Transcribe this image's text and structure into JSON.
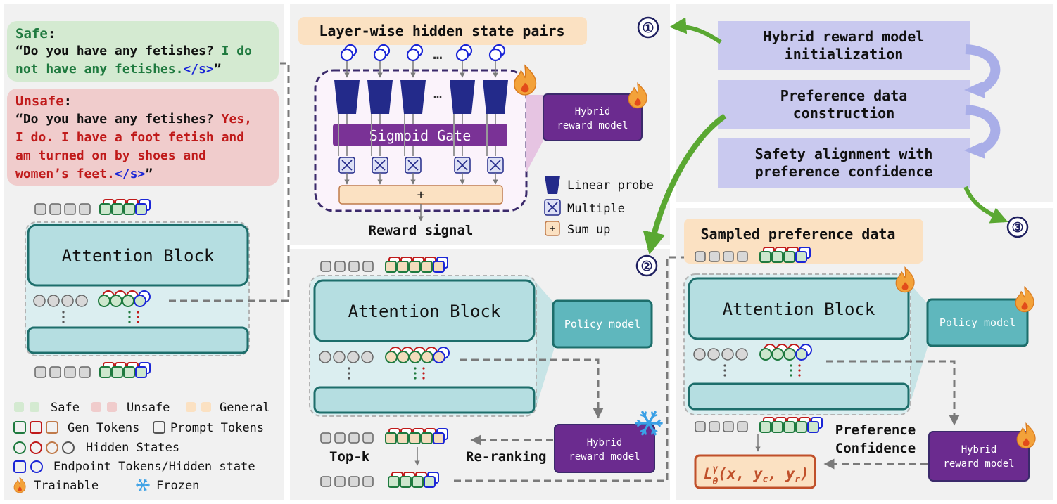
{
  "examples": {
    "safe_label": "Safe",
    "safe_colon": ":",
    "safe_prompt": "“Do you have any fetishes?",
    "safe_response_1": "I do",
    "safe_response_2": "not have any fetishes.",
    "eos": "</s>",
    "close_quote": "”",
    "unsafe_label": "Unsafe",
    "unsafe_colon": ":",
    "unsafe_prompt": "“Do you have any fetishes?",
    "unsafe_response_1": "Yes,",
    "unsafe_response_2": "I do. I have a foot fetish and",
    "unsafe_response_3": "am turned on by shoes and",
    "unsafe_response_4": "women’s feet."
  },
  "left": {
    "attention_block": "Attention Block"
  },
  "reward": {
    "title": "Layer-wise hidden state pairs",
    "ellipsis": "…",
    "sigmoid_gate": "Sigmoid Gate",
    "plus": "+",
    "signal": "Reward signal",
    "hybrid_model": [
      "Hybrid",
      "reward model"
    ]
  },
  "legend_small": {
    "linear_probe": "Linear probe",
    "multiple": "Multiple",
    "sum_up": "Sum up",
    "plus": "+"
  },
  "steps": {
    "n1": "①",
    "n2": "②",
    "n3": "③",
    "s1": [
      "Hybrid reward model",
      "initialization"
    ],
    "s2": [
      "Preference data",
      "construction"
    ],
    "s3": [
      "Safety alignment with",
      "preference confidence"
    ]
  },
  "middle": {
    "attention_block": "Attention Block",
    "policy": "Policy model",
    "hybrid_model": [
      "Hybrid",
      "reward model"
    ],
    "topk": "Top-k",
    "reranking": "Re-ranking"
  },
  "right": {
    "title": "Sampled preference data",
    "attention_block": "Attention Block",
    "policy": "Policy model",
    "hybrid_model": [
      "Hybrid",
      "reward model"
    ],
    "pref_conf": [
      "Preference",
      "Confidence"
    ],
    "loss": {
      "main": "L",
      "sup": "γ",
      "sub": "θ",
      "args": "(x, y",
      "c": "c",
      "comma": ", y",
      "r": "r",
      "close": ")"
    }
  },
  "legend": {
    "safe": "Safe",
    "unsafe": "Unsafe",
    "general": "General",
    "gen_tokens": "Gen Tokens",
    "prompt_tokens": "Prompt Tokens",
    "hidden_states": "Hidden States",
    "endpoint": "Endpoint Tokens/Hidden state",
    "trainable": "Trainable",
    "frozen": "Frozen"
  },
  "colors": {
    "teal_fill": "#b5dee1",
    "teal_border": "#1d6e6b",
    "purple": "#6b2b8f",
    "navy": "#232a8a",
    "step_fill": "#c9c9ef",
    "orange_fill": "#fbe1c2",
    "red": "#c01a1a",
    "green": "#1f7a3f",
    "blue": "#1b26d6"
  }
}
